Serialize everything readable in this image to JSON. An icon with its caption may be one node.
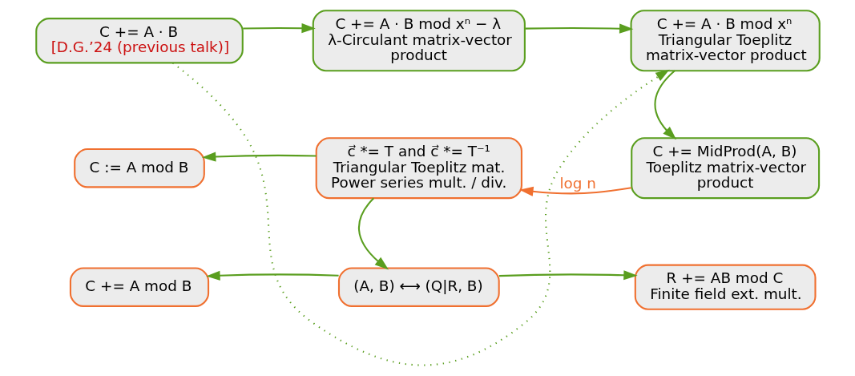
{
  "diagram": {
    "nodes": [
      {
        "text": [
          "C += A · B",
          "[D.G.’24 (previous talk)]"
        ]
      },
      {
        "text": [
          "C += A · B mod xⁿ − λ",
          "λ-Circulant matrix-vector product"
        ]
      },
      {
        "text": [
          "C += A · B mod xⁿ",
          "Triangular Toeplitz matrix-vector product"
        ]
      },
      {
        "text": [
          "C += MidProd(A, B)",
          "Toeplitz matrix-vector product"
        ]
      },
      {
        "text": [
          "c⃗ *= T and c⃗ *= T⁻¹",
          "Triangular Toeplitz mat. Power series mult. / div."
        ]
      },
      {
        "text": [
          "C := A mod B"
        ]
      },
      {
        "text": [
          "(A, B) ⟷ (Q|R, B)"
        ]
      },
      {
        "text": [
          "C += A mod B"
        ]
      },
      {
        "text": [
          "R += AB mod C",
          "Finite field ext. mult."
        ]
      }
    ],
    "edges": [
      {
        "from": 0,
        "to": 1,
        "arrow": "to"
      },
      {
        "from": 1,
        "to": 2,
        "arrow": "to"
      },
      {
        "from": 0,
        "to": 2,
        "arrow": "to",
        "style": "dashed"
      },
      {
        "from": 2,
        "to": 3,
        "arrow": "to"
      },
      {
        "from": 3,
        "to": 4,
        "arrow": "to",
        "label": "log n",
        "color": "#f07030"
      },
      {
        "from": 4,
        "to": 5,
        "arrow": "to"
      },
      {
        "from": 4,
        "to": 6,
        "arrow": "to"
      },
      {
        "from": 6,
        "to": 7,
        "arrow": "to"
      },
      {
        "from": 6,
        "to": 8,
        "arrow": "to"
      }
    ]
  }
}
